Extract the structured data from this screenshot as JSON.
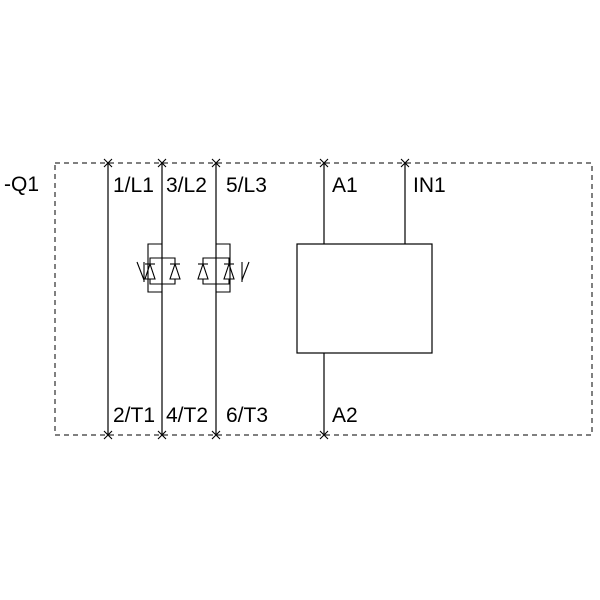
{
  "device": {
    "tag": "-Q1"
  },
  "terminals": {
    "top": [
      "1/L1",
      "3/L2",
      "5/L3"
    ],
    "bottom": [
      "2/T1",
      "4/T2",
      "6/T3"
    ],
    "coil_top": "A1",
    "input_top": "IN1",
    "coil_bottom": "A2"
  },
  "icons": {
    "thyristor": "thyristor-pair-icon",
    "control": "control-unit-box"
  },
  "colors": {
    "stroke": "#000000",
    "background": "#ffffff"
  }
}
